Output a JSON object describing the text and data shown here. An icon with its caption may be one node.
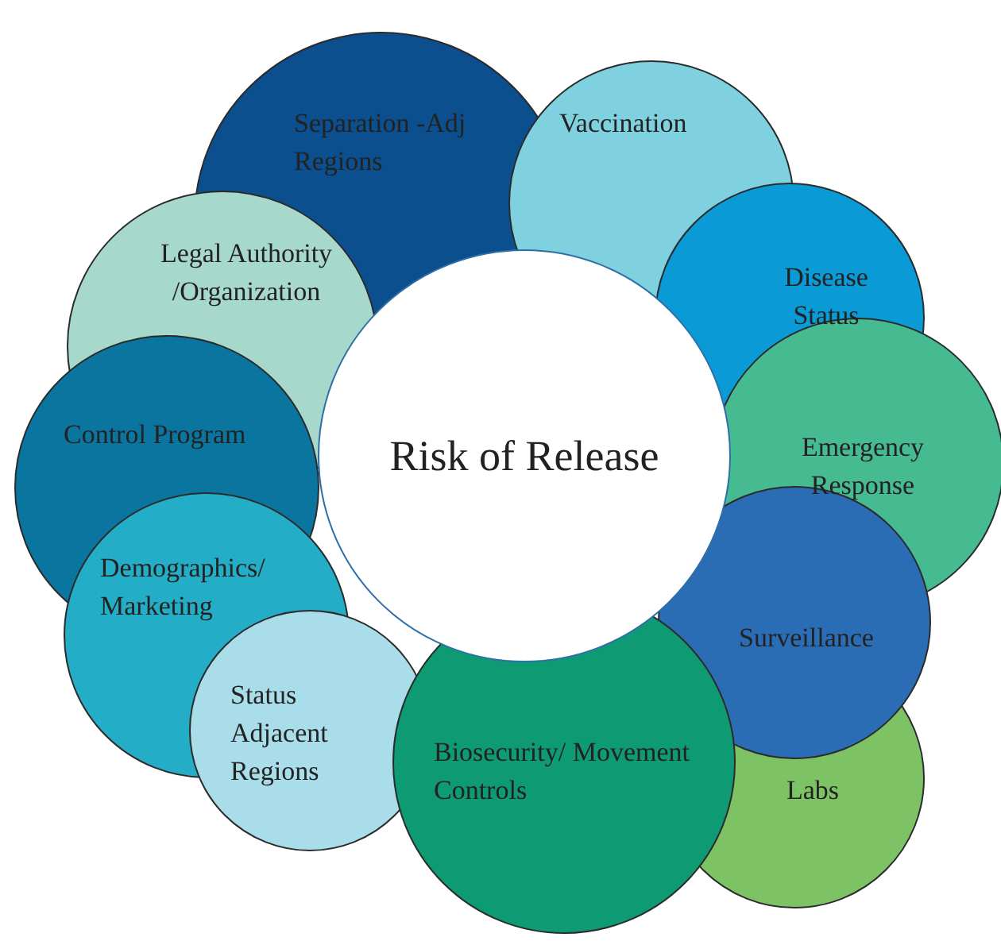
{
  "diagram": {
    "nodes": [
      {
        "text": [
          "Risk of Release"
        ]
      },
      {
        "text": [
          "Separation -Adj Regions"
        ]
      },
      {
        "text": [
          "Vaccination"
        ]
      },
      {
        "text": [
          "Disease Status"
        ]
      },
      {
        "text": [
          "Emergency Response"
        ]
      },
      {
        "text": [
          "Surveillance"
        ]
      },
      {
        "text": [
          "Labs"
        ]
      },
      {
        "text": [
          "Biosecurity/ Movement Controls"
        ]
      },
      {
        "text": [
          "Status Adjacent Regions"
        ]
      },
      {
        "text": [
          "Demographics/ Marketing"
        ]
      },
      {
        "text": [
          "Control Program"
        ]
      },
      {
        "text": [
          "Legal Authority /Organization"
        ]
      }
    ]
  }
}
